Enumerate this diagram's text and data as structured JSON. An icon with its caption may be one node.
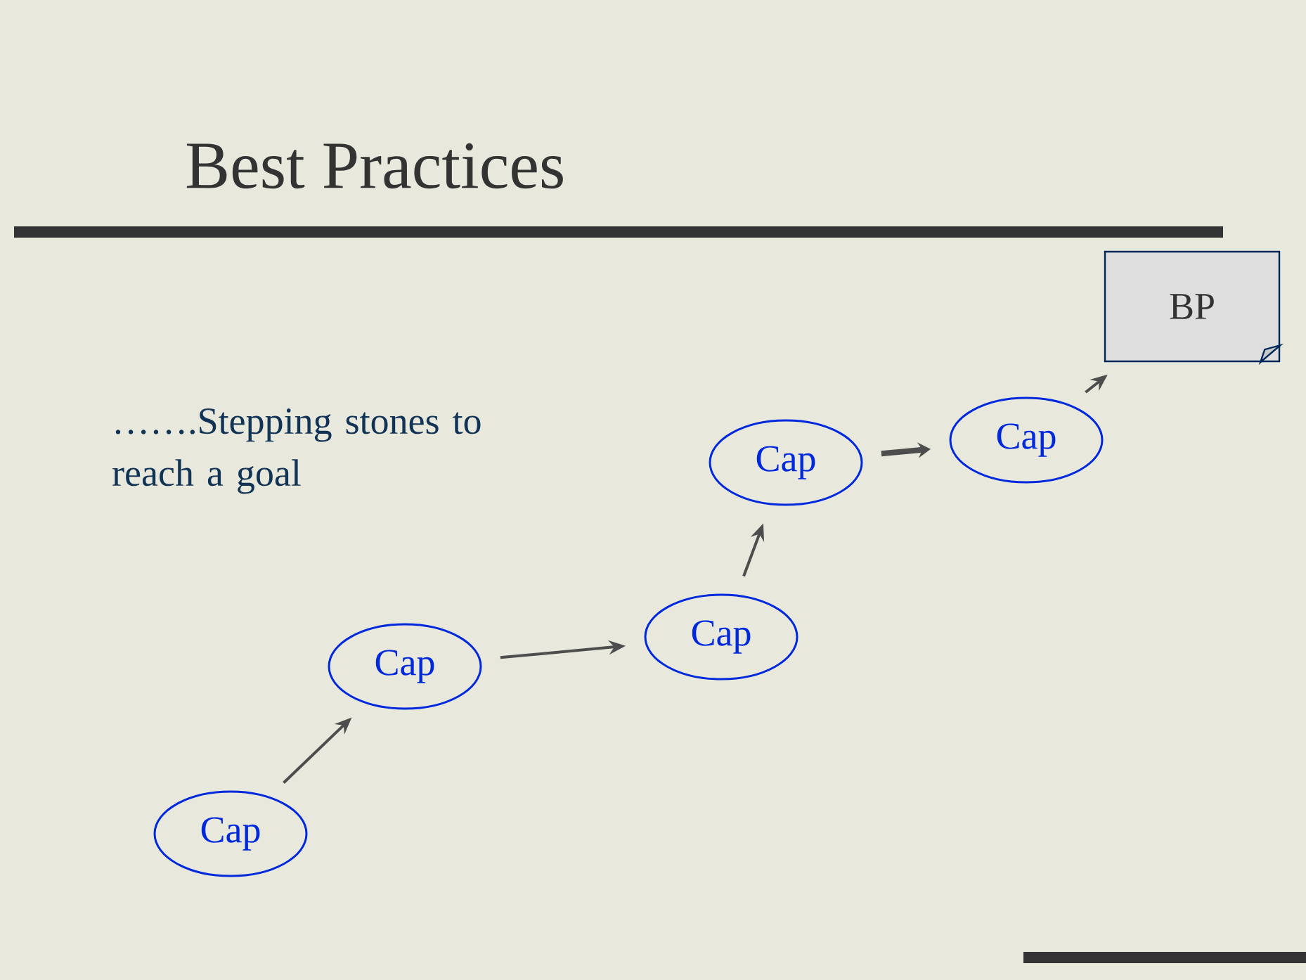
{
  "diagram": {
    "title": "Best Practices",
    "nodes": [
      {
        "text": [
          "Cap"
        ]
      },
      {
        "text": [
          "Cap"
        ]
      },
      {
        "text": [
          "Cap"
        ]
      },
      {
        "text": [
          "Cap"
        ]
      },
      {
        "text": [
          "Cap"
        ]
      },
      {
        "text": [
          "BP"
        ]
      }
    ],
    "edges": [
      {
        "from": 0,
        "to": 1,
        "arrow": "to"
      },
      {
        "from": 1,
        "to": 2,
        "arrow": "to"
      },
      {
        "from": 2,
        "to": 3,
        "arrow": "to"
      },
      {
        "from": 3,
        "to": 4,
        "arrow": "to",
        "style": "thick"
      },
      {
        "from": 4,
        "to": 5,
        "arrow": "to"
      }
    ],
    "labels": [
      "…….Stepping stones to reach a goal"
    ]
  }
}
